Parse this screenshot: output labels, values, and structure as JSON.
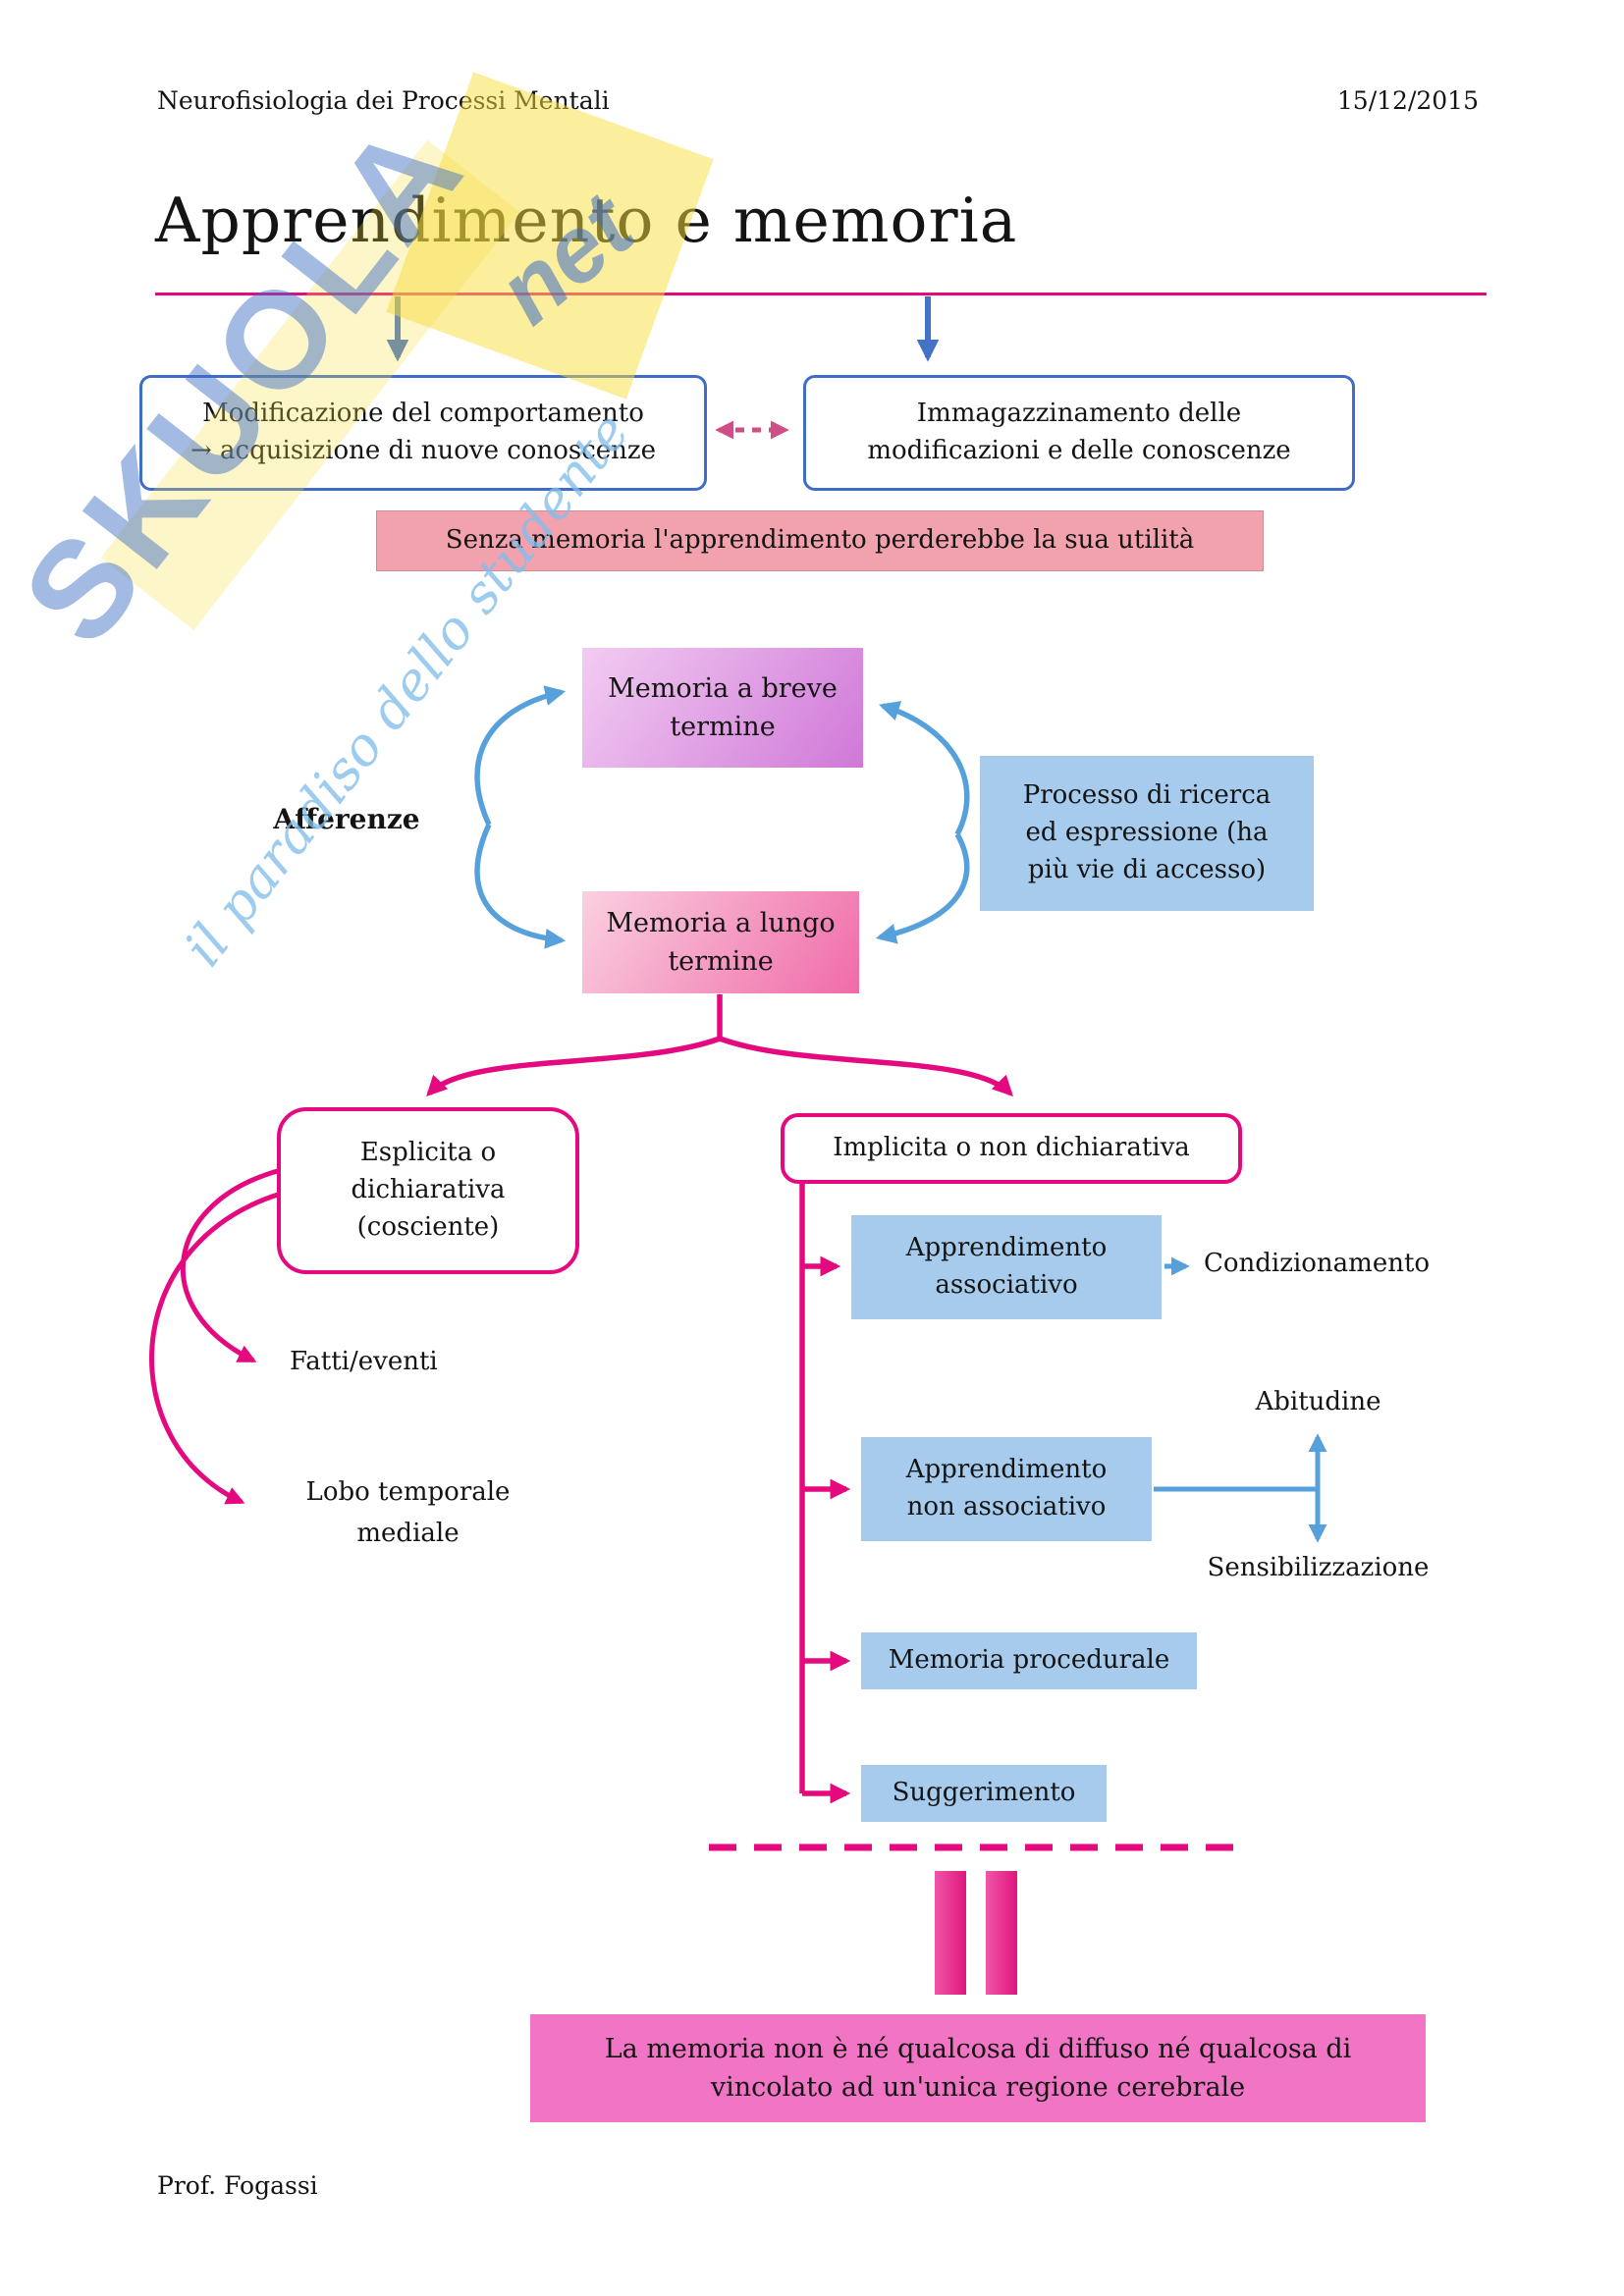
{
  "header": {
    "course": "Neurofisiologia dei Processi Mentali",
    "date": "15/12/2015"
  },
  "title": "Apprendimento e memoria",
  "watermark": {
    "brand": "SKUOLA",
    "suffix": "net",
    "tagline": "il paradiso dello studente"
  },
  "diagram": {
    "box_modificazione": {
      "line1": "Modificazione del comportamento",
      "line2": "→ acquisizione di nuove conoscenze"
    },
    "box_immagazzinamento": {
      "line1": "Immagazzinamento delle",
      "line2": "modificazioni e delle conoscenze"
    },
    "banner_senza_memoria": "Senza memoria l'apprendimento perderebbe la sua utilità",
    "afferenze_label": "Afferenze",
    "box_memoria_breve": {
      "line1": "Memoria a breve",
      "line2": "termine"
    },
    "box_memoria_lungo": {
      "line1": "Memoria a lungo",
      "line2": "termine"
    },
    "box_processo": {
      "line1": "Processo di ricerca",
      "line2": "ed espressione (ha",
      "line3": "più vie di accesso)"
    },
    "box_esplicita": {
      "line1": "Esplicita o",
      "line2": "dichiarativa",
      "line3": "(cosciente)"
    },
    "box_implicita": "Implicita o non dichiarativa",
    "label_fatti_eventi": "Fatti/eventi",
    "label_lobo": {
      "line1": "Lobo temporale",
      "line2": "mediale"
    },
    "box_apprendimento_associativo": {
      "line1": "Apprendimento",
      "line2": "associativo"
    },
    "label_condizionamento": "Condizionamento",
    "box_apprendimento_non_associativo": {
      "line1": "Apprendimento",
      "line2": "non associativo"
    },
    "label_abitudine": "Abitudine",
    "label_sensibilizzazione": "Sensibilizzazione",
    "box_memoria_procedurale": "Memoria procedurale",
    "box_suggerimento": "Suggerimento",
    "conclusion": {
      "line1": "La memoria non è né qualcosa di diffuso né qualcosa di",
      "line2": "vincolato ad un'unica regione cerebrale"
    }
  },
  "footer": "Prof. Fogassi",
  "colors": {
    "accent_magenta": "#E5097F",
    "accent_blue": "#4472C4",
    "light_blue_arrow": "#56A0DC",
    "dashed_rose": "#CE4E86",
    "light_blue_fill": "#A6CBEC",
    "salmon_fill": "#F2A2AC",
    "purple_gradient": [
      "#F2CCF2",
      "#D078D8"
    ],
    "pink_gradient": [
      "#FAD0E0",
      "#F06BA8"
    ],
    "conclusion_fill": "#F175C4",
    "equals_bar": "#DF177D"
  }
}
